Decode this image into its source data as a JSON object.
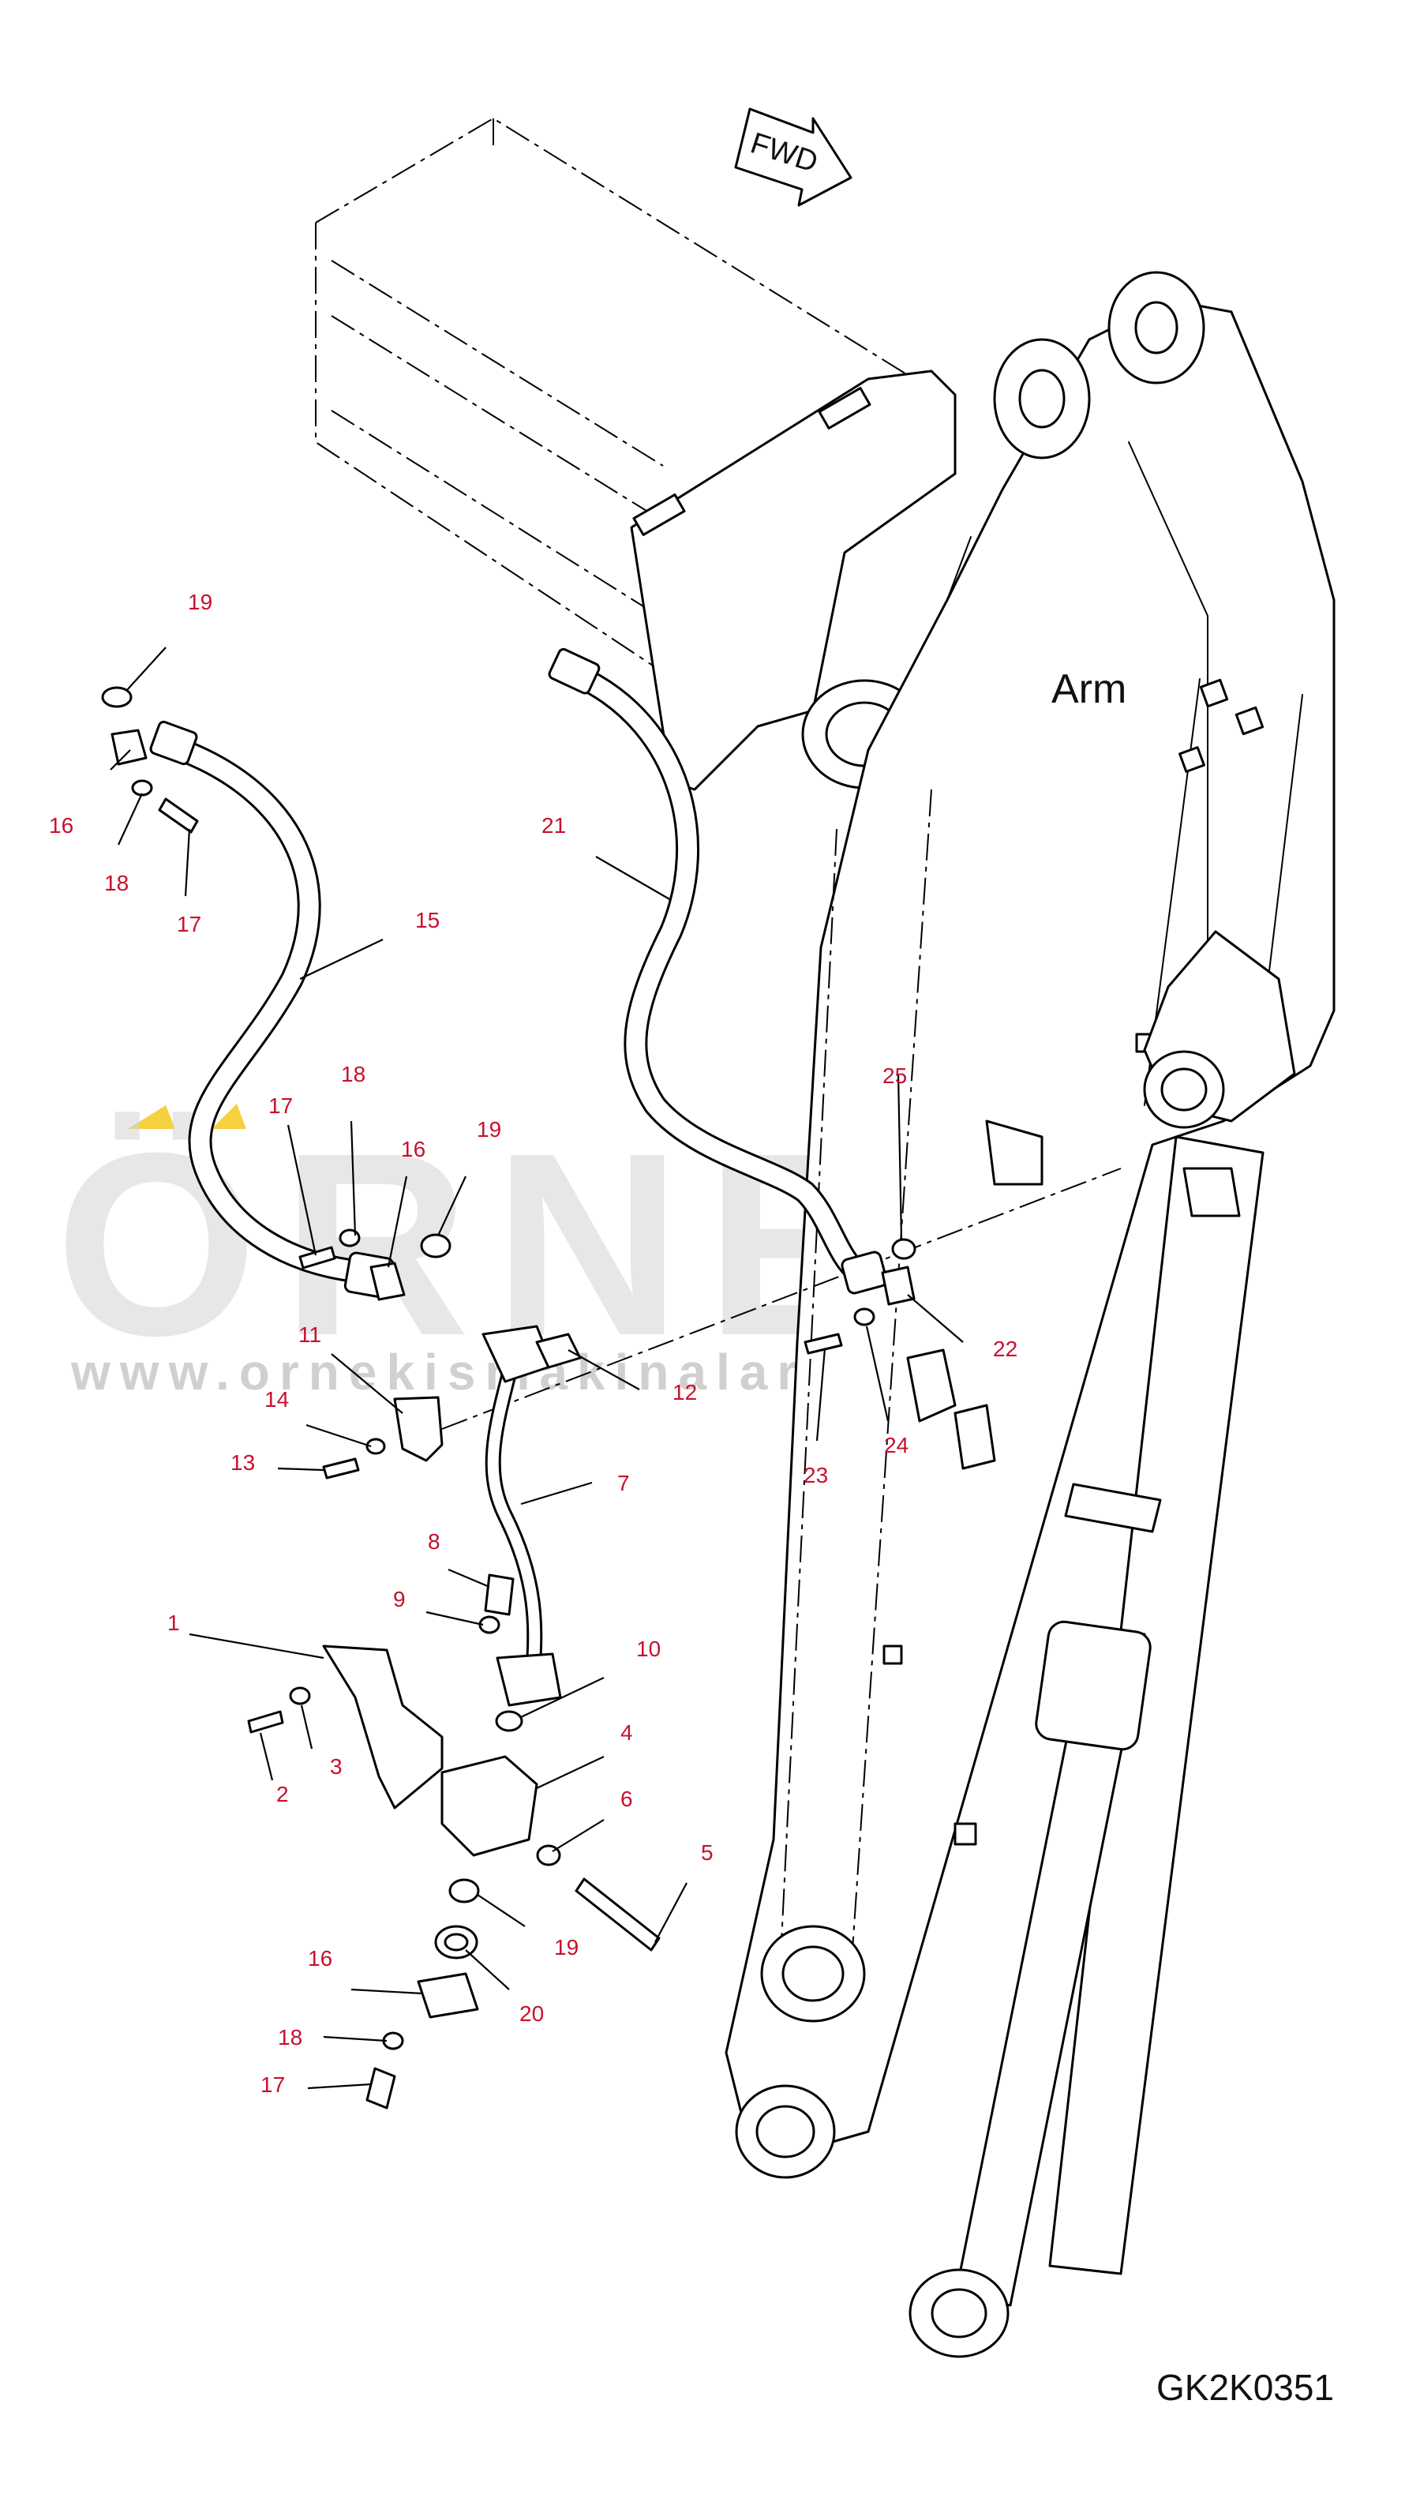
{
  "diagram": {
    "direction_label": "FWD",
    "component_label": "Arm",
    "drawing_code": "GK2K0351",
    "callout_color": "#c8102e",
    "callouts": [
      {
        "id": "c-19-top",
        "label": "19"
      },
      {
        "id": "c-16-top",
        "label": "16"
      },
      {
        "id": "c-18-top",
        "label": "18"
      },
      {
        "id": "c-17-top",
        "label": "17"
      },
      {
        "id": "c-15",
        "label": "15"
      },
      {
        "id": "c-21",
        "label": "21"
      },
      {
        "id": "c-18-mid",
        "label": "18"
      },
      {
        "id": "c-17-mid",
        "label": "17"
      },
      {
        "id": "c-16-mid",
        "label": "16"
      },
      {
        "id": "c-19-mid",
        "label": "19"
      },
      {
        "id": "c-25",
        "label": "25"
      },
      {
        "id": "c-11",
        "label": "11"
      },
      {
        "id": "c-12",
        "label": "12"
      },
      {
        "id": "c-22",
        "label": "22"
      },
      {
        "id": "c-14",
        "label": "14"
      },
      {
        "id": "c-13",
        "label": "13"
      },
      {
        "id": "c-23",
        "label": "23"
      },
      {
        "id": "c-24",
        "label": "24"
      },
      {
        "id": "c-7",
        "label": "7"
      },
      {
        "id": "c-8",
        "label": "8"
      },
      {
        "id": "c-9",
        "label": "9"
      },
      {
        "id": "c-1",
        "label": "1"
      },
      {
        "id": "c-10",
        "label": "10"
      },
      {
        "id": "c-3",
        "label": "3"
      },
      {
        "id": "c-2",
        "label": "2"
      },
      {
        "id": "c-4",
        "label": "4"
      },
      {
        "id": "c-6",
        "label": "6"
      },
      {
        "id": "c-5",
        "label": "5"
      },
      {
        "id": "c-19-low",
        "label": "19"
      },
      {
        "id": "c-20",
        "label": "20"
      },
      {
        "id": "c-16-low",
        "label": "16"
      },
      {
        "id": "c-18-low",
        "label": "18"
      },
      {
        "id": "c-17-low",
        "label": "17"
      }
    ]
  },
  "watermark": {
    "brand": "ÖRNEK",
    "url": "www.ornekismakinalari.com.tr",
    "accent_color": "#f2c200"
  }
}
